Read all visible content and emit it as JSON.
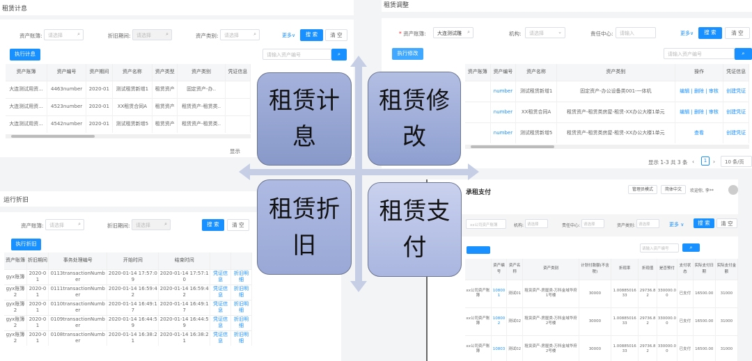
{
  "interest": {
    "title": "租赁计息",
    "f1": "资产账簿:",
    "f2": "折旧期间:",
    "f3": "资产类别:",
    "ph": "请选择",
    "more": "更多∨",
    "search": "搜 索",
    "clear": "清 空",
    "exec": "执行计息",
    "search_ph": "请输入资产编号",
    "headers": [
      "资产账簿",
      "资产编号",
      "资产期间",
      "资产名称",
      "资产类型",
      "资产类别",
      "凭证信息"
    ],
    "rows": [
      [
        "大连测试用资...",
        "4463number",
        "2020-01",
        "测试租赁新增1",
        "租赁资产",
        "固定资产-办..",
        ""
      ],
      [
        "大连测试用资...",
        "4523number",
        "2020-01",
        "XX租赁合同A",
        "租赁资产",
        "租赁资产-租赁类..",
        ""
      ],
      [
        "大连测试用资...",
        "4542number",
        "2020-01",
        "测试租赁新增5",
        "租赁资产",
        "租赁资产-租赁类..",
        ""
      ]
    ],
    "footer": "显示"
  },
  "modify": {
    "title": "租赁调整",
    "f1": "资产账簿:",
    "f1_val": "大连测试雕",
    "f2": "机构:",
    "f2_ph": "请选择",
    "f3": "责任中心:",
    "f3_ph": "请输入",
    "more": "更多∨",
    "search": "搜 索",
    "clear": "清 空",
    "exec": "执行修改",
    "search_ph": "请输入资产编号",
    "headers": [
      "资产账簿",
      "资产编号",
      "资产名称",
      "资产类别",
      "操作",
      "凭证信息"
    ],
    "rows": [
      [
        "",
        "number",
        "测试租赁新增1",
        "固定资产-办公设备类001-一体机",
        "编辑 | 删除 | 审核",
        "创建凭证"
      ],
      [
        "",
        "number",
        "XX租赁合同A",
        "租赁资产-租赁类房屋-租赁-XX办公大楼1单元",
        "编辑 | 删除 | 审核",
        "创建凭证"
      ],
      [
        "",
        "number",
        "测试租赁新增5",
        "租赁资产-租赁类房屋-租赁-XX办公大楼1单元",
        "查看",
        "创建凭证"
      ]
    ],
    "pagination": {
      "summary": "显示 1-3 共 3 条",
      "page": "1",
      "size": "10 条/页"
    }
  },
  "depr": {
    "title": "运行折旧",
    "f1": "资产账簿:",
    "f2": "折旧期间:",
    "ph": "请选择",
    "search": "搜 索",
    "clear": "清 空",
    "exec": "执行折旧",
    "headers": [
      "资产账簿",
      "折旧期间",
      "事务处理编号",
      "开始时间",
      "结束时间",
      "",
      ""
    ],
    "rows": [
      [
        "gyx账簿",
        "2020-01",
        "0113transactionNumber",
        "2020-01-14 17:57:09",
        "2020-01-14 17:57:10",
        "凭证信息",
        "折旧明细"
      ],
      [
        "gyx账簿2",
        "2020-01",
        "0111transactionNumber",
        "2020-01-14 16:59:42",
        "2020-01-14 16:59:42",
        "凭证信息",
        "折旧明细"
      ],
      [
        "gyx账簿2",
        "2020-01",
        "0110transactionNumber",
        "2020-01-14 16:49:17",
        "2020-01-14 16:49:17",
        "凭证信息",
        "折旧明细"
      ],
      [
        "gyx账簿2",
        "2020-01",
        "0109transactionNumber",
        "2020-01-14 16:44:59",
        "2020-01-14 16:44:59",
        "凭证信息",
        "折旧明细"
      ],
      [
        "gyx账簿2",
        "2020-01",
        "0108transactionNumber",
        "2020-01-14 16:38:21",
        "2020-01-14 16:38:21",
        "凭证信息",
        "折旧明细"
      ]
    ]
  },
  "pay": {
    "title": "承租支付",
    "admin": "管理员模式",
    "lang": "简体中文",
    "welcome": "欢迎你, 李**",
    "f1_val": "xx公司资产账簿",
    "f2": "机构:",
    "f3": "责任中心:",
    "f4": "资产类别:",
    "ph": "请选择",
    "more": "更多 ∨",
    "search": "搜 索",
    "clear": "清 空",
    "search_ph": "请输入资产编号",
    "headers": [
      "",
      "资产编号",
      "资产名称",
      "资产类别",
      "计划付款额(不含税)",
      "折现率",
      "折现值",
      "是否预付",
      "支付状态",
      "实际支付日期",
      "实际支付金额"
    ],
    "rows": [
      [
        "xx公司资产账簿",
        "108001",
        "测试01",
        "租赁资产-房屋类-万科金域华府1号楼",
        "30000",
        "1.00885016 33",
        "29736.82",
        "330000.00",
        "已支付",
        "16500.00",
        "31000"
      ],
      [
        "xx公司资产账簿",
        "108002",
        "测试02",
        "租赁资产-房屋类-万科金域华府2号楼",
        "30000",
        "1.00885016 33",
        "29736.82",
        "330000.00",
        "已支付",
        "16500.00",
        "31000"
      ],
      [
        "xx公司资产账簿",
        "10803",
        "测试02",
        "租赁资产-房屋类-万科金域华府2号楼",
        "30000",
        "1.00885016 33",
        "29736.82",
        "330000.00",
        "已支付",
        "16500.00",
        "31000"
      ]
    ]
  },
  "tiles": {
    "interest": "租赁计息",
    "modify": "租赁修改",
    "depr": "租赁折旧",
    "pay": "租赁支付"
  }
}
